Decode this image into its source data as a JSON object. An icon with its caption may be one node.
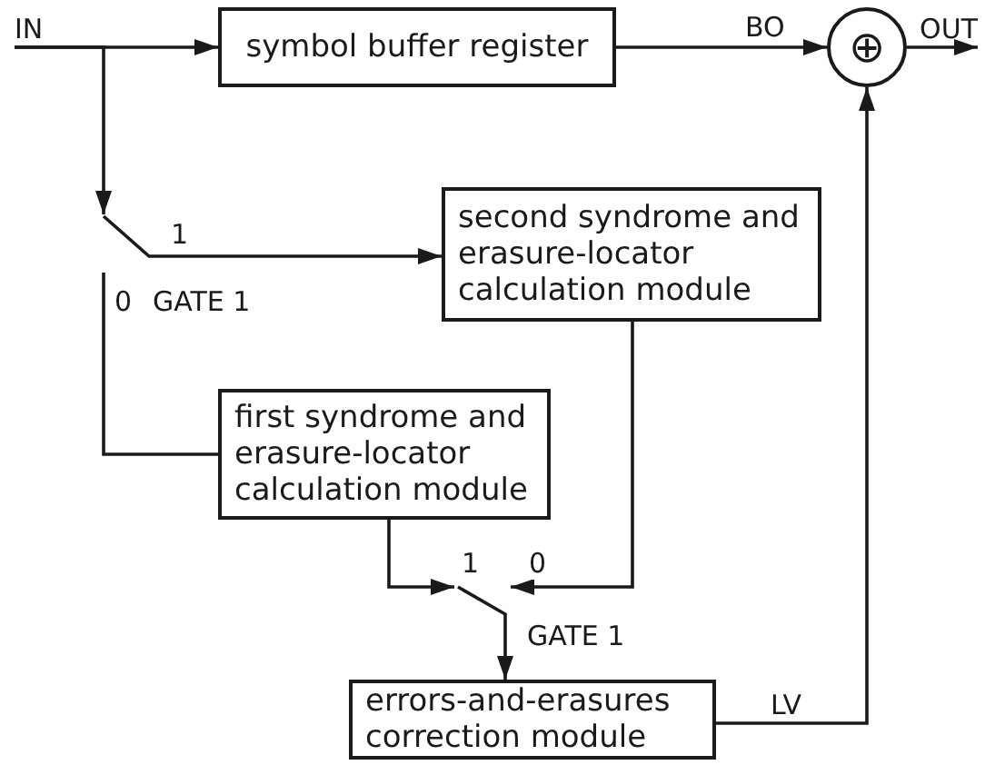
{
  "diagram": {
    "nodes": [
      {
        "text": [
          "IN"
        ]
      },
      {
        "text": [
          "symbol buffer register"
        ]
      },
      {
        "text": [
          "⊕"
        ]
      },
      {
        "text": [
          "OUT"
        ]
      },
      {
        "text": [
          "second syndrome and erasure-locator calculation module"
        ]
      },
      {
        "text": [],
        "shape": "switch",
        "beside": [
          "GATE 1"
        ]
      },
      {
        "text": [
          "first syndrome and erasure-locator calculation module"
        ]
      },
      {
        "text": [],
        "shape": "switch",
        "beside": [
          "GATE 1"
        ]
      },
      {
        "text": [
          "errors-and-erasures correction module"
        ]
      }
    ],
    "edges": [
      {
        "from": 0,
        "to": 1,
        "arrow": "to"
      },
      {
        "from": 0,
        "to": 5,
        "arrow": "to"
      },
      {
        "from": 1,
        "to": 2,
        "arrow": "to",
        "label": "BO"
      },
      {
        "from": 2,
        "to": 3,
        "arrow": "to"
      },
      {
        "from": 5,
        "to": 4,
        "arrow": "to",
        "label": "1"
      },
      {
        "from": 5,
        "to": 6,
        "arrow": "none",
        "label": "0"
      },
      {
        "from": 6,
        "to": 7,
        "arrow": "to",
        "label": "1"
      },
      {
        "from": 4,
        "to": 7,
        "arrow": "to",
        "label": "0"
      },
      {
        "from": 7,
        "to": 8,
        "arrow": "to"
      },
      {
        "from": 8,
        "to": 2,
        "arrow": "to",
        "label": "LV"
      }
    ]
  }
}
